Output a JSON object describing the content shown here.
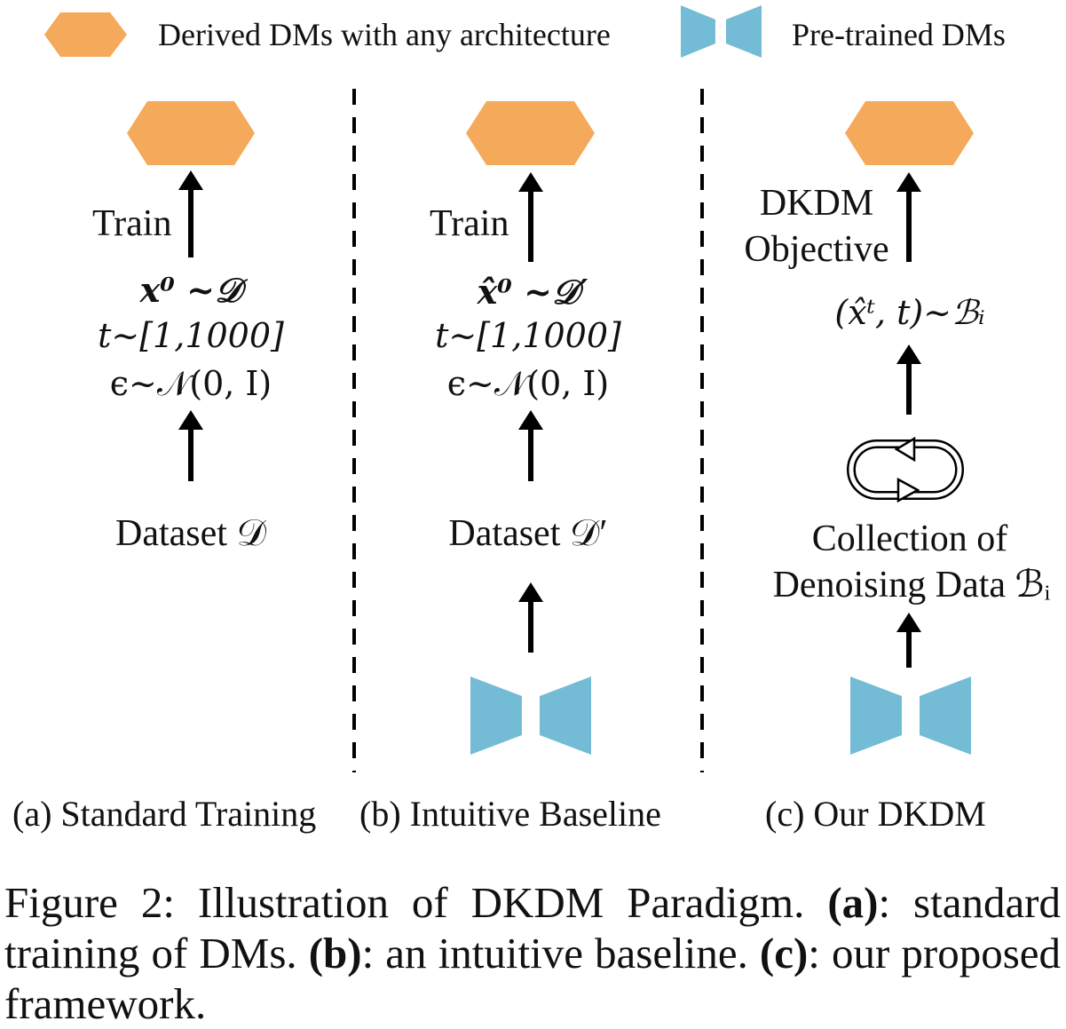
{
  "legend": {
    "derived_label": "Derived DMs with any architecture",
    "pretrained_label": "Pre-trained DMs",
    "derived_color": "#F5A95A",
    "pretrained_color": "#74BCD6",
    "derived_icon": "orange-hexagon-icon",
    "pretrained_icon": "blue-bowtie-icon"
  },
  "panels": {
    "a": {
      "train_label": "Train",
      "math_line1": "x⁰ ~𝒟",
      "math_line2": "t~[1,1000]",
      "math_line3": "ϵ~𝒩(0, I)",
      "source_label": "Dataset 𝒟",
      "caption": "(a) Standard Training"
    },
    "b": {
      "train_label": "Train",
      "math_line1": "x̂⁰ ~𝒟′",
      "math_line2": "t~[1,1000]",
      "math_line3": "ϵ~𝒩(0, I)",
      "source_label": "Dataset 𝒟′",
      "caption": "(b) Intuitive Baseline"
    },
    "c": {
      "objective_line1": "DKDM",
      "objective_line2": "Objective",
      "sample_math": "(x̂ᵗ, t)~ℬᵢ",
      "collection_line1": "Collection of",
      "collection_line2": "Denoising Data ℬᵢ",
      "caption": "(c) Our DKDM"
    }
  },
  "figure_caption": {
    "prefix": "Figure 2: Illustration of DKDM Paradigm.",
    "a_tag": "(a)",
    "a_text": ": standard training of DMs.",
    "b_tag": "(b)",
    "b_text": ": an intuitive baseline.",
    "c_tag": "(c)",
    "c_text": ": our proposed framework."
  }
}
